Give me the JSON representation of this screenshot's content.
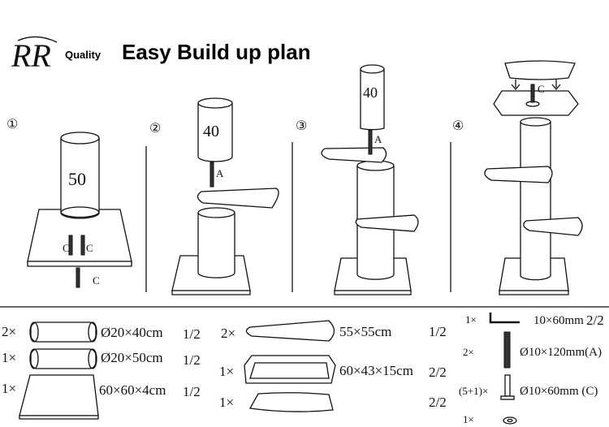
{
  "header": {
    "logo_text": "RR",
    "brand_label": "Quality",
    "title": "Easy Build up plan"
  },
  "steps": [
    {
      "number": "①",
      "post_label": "50",
      "screw_labels": [
        "C",
        "C",
        "C"
      ]
    },
    {
      "number": "②",
      "post_label": "40",
      "screw_label": "A"
    },
    {
      "number": "③",
      "post_label": "40",
      "screw_label": "A"
    },
    {
      "number": "④",
      "screw_label": "C"
    }
  ],
  "parts": [
    {
      "qty": "2×",
      "spec": "Ø20×40cm",
      "box": "1/2",
      "icon": "post-40"
    },
    {
      "qty": "1×",
      "spec": "Ø20×50cm",
      "box": "1/2",
      "icon": "post-50"
    },
    {
      "qty": "1×",
      "spec": "60×60×4cm",
      "box": "1/2",
      "icon": "base-board"
    },
    {
      "qty": "2×",
      "spec": "55×55cm",
      "box": "1/2",
      "icon": "shelf"
    },
    {
      "qty": "1×",
      "spec": "60×43×15cm",
      "box": "2/2",
      "icon": "basket"
    },
    {
      "qty": "1×",
      "box": "2/2",
      "icon": "bed-top"
    },
    {
      "qty": "1×",
      "spec": "10×60mm",
      "box": "2/2",
      "icon": "allen-key"
    },
    {
      "qty": "2×",
      "spec": "Ø10×120mm(A)",
      "icon": "bolt-a"
    },
    {
      "qty": "(5+1)×",
      "spec": "Ø10×60mm (C)",
      "icon": "screw-c"
    },
    {
      "qty": "1×",
      "icon": "washer"
    }
  ]
}
